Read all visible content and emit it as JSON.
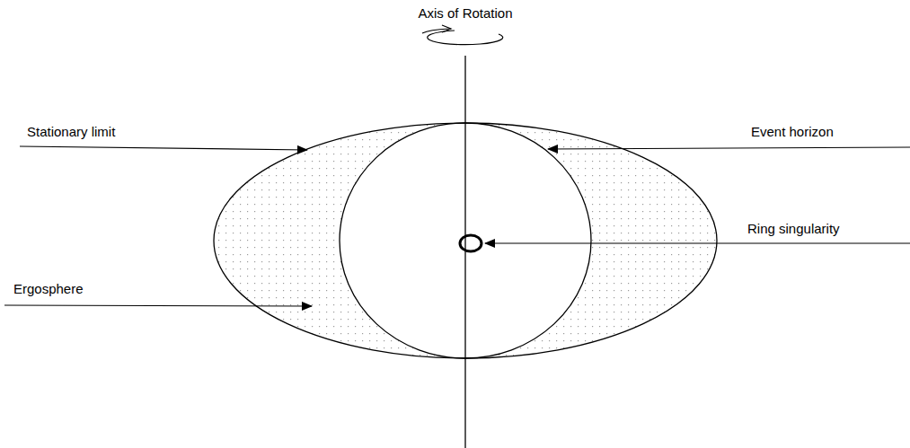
{
  "diagram": {
    "labels": [
      "Axis of Rotation",
      "Stationary limit",
      "Event horizon",
      "Ring singularity",
      "Ergosphere"
    ]
  }
}
